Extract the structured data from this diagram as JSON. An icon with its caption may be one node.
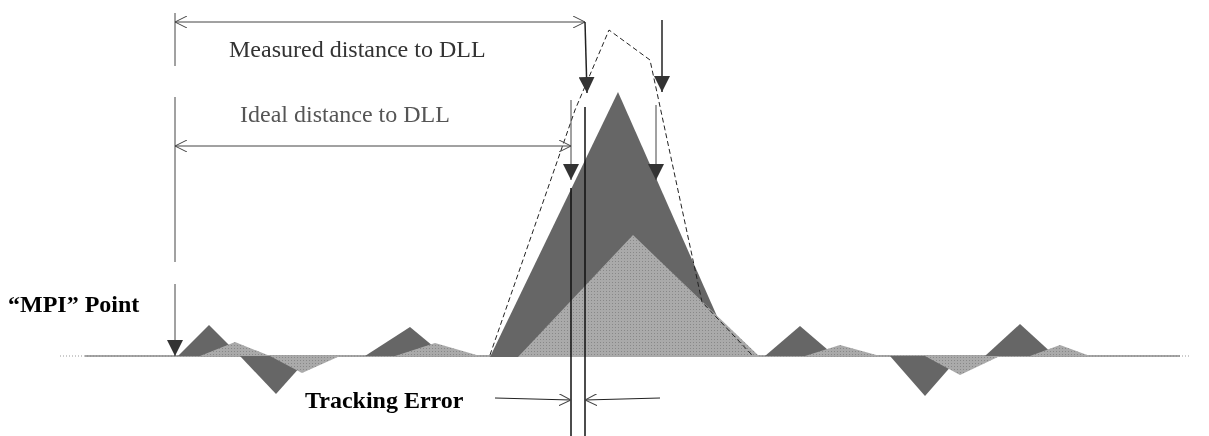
{
  "diagram": {
    "labels": [
      "Measured distance to DLL",
      "Ideal distance to DLL",
      "“MPI” Point",
      "Tracking Error"
    ]
  }
}
